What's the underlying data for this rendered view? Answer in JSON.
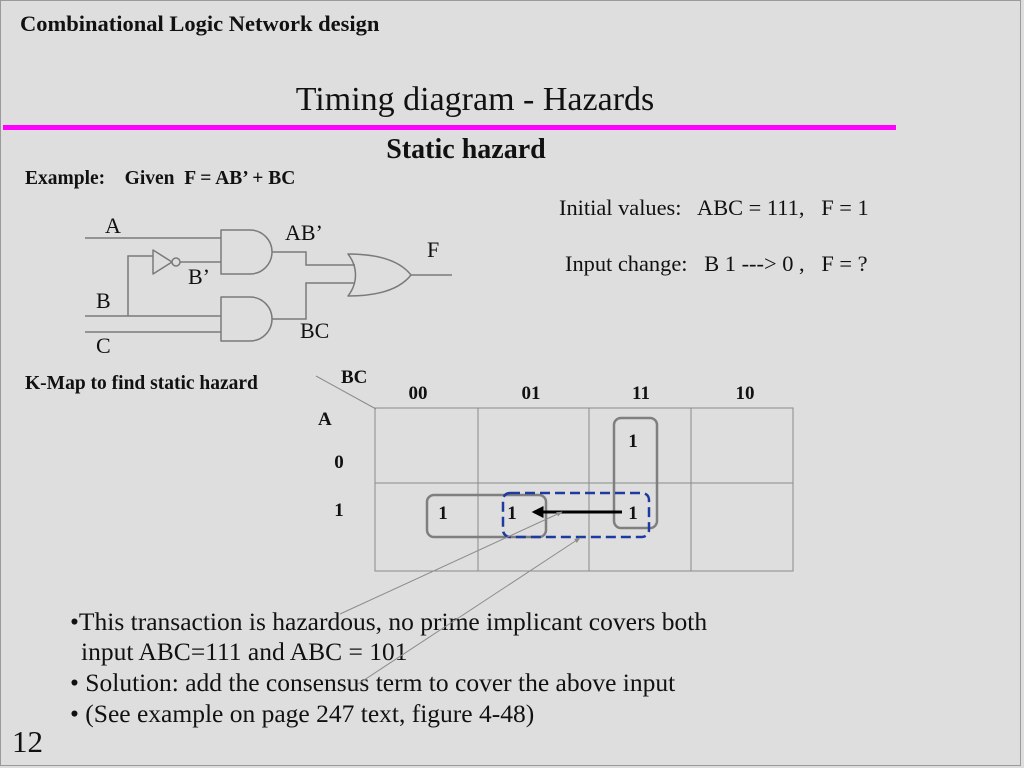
{
  "slide": {
    "header": "Combinational Logic Network design",
    "title": "Timing diagram - Hazards",
    "heading": "Static hazard",
    "example": "Example:    Given  F = AB’ + BC",
    "page_number": "12"
  },
  "circuit": {
    "input_a": "A",
    "input_b": "B",
    "input_c": "C",
    "not_b": "B’",
    "term_ab_not": "AB’",
    "term_bc": "BC",
    "output_f": "F"
  },
  "conditions": {
    "initial": "Initial values:   ABC = 111,   F = 1",
    "change": "Input change:   B 1 ---> 0 ,   F = ?"
  },
  "kmap": {
    "caption": "K-Map to find static hazard",
    "column_variable": "BC",
    "row_variable": "A",
    "columns": [
      "00",
      "01",
      "11",
      "10"
    ],
    "rows": [
      "0",
      "1"
    ],
    "cells": [
      [
        "",
        "",
        "1",
        ""
      ],
      [
        "1",
        "1",
        "1",
        ""
      ]
    ]
  },
  "notes": [
    "•This transaction is hazardous, no prime implicant covers both",
    "input ABC=111 and ABC = 101",
    "• Solution: add the consensus term to cover the above input",
    "• (See example on page 247 text, figure 4-48)"
  ],
  "colors": {
    "background": "#dedede",
    "frame": "#9a9a9a",
    "title_rule": "#ff00ff",
    "text": "#111111",
    "wire": "#7a7a7a",
    "grid": "#8a8a8a",
    "implicant_group": "#7f7f7f",
    "consensus_group": "#1e3a9e",
    "transition_arrow": "#000000",
    "leader_line": "#8c8c8c"
  }
}
